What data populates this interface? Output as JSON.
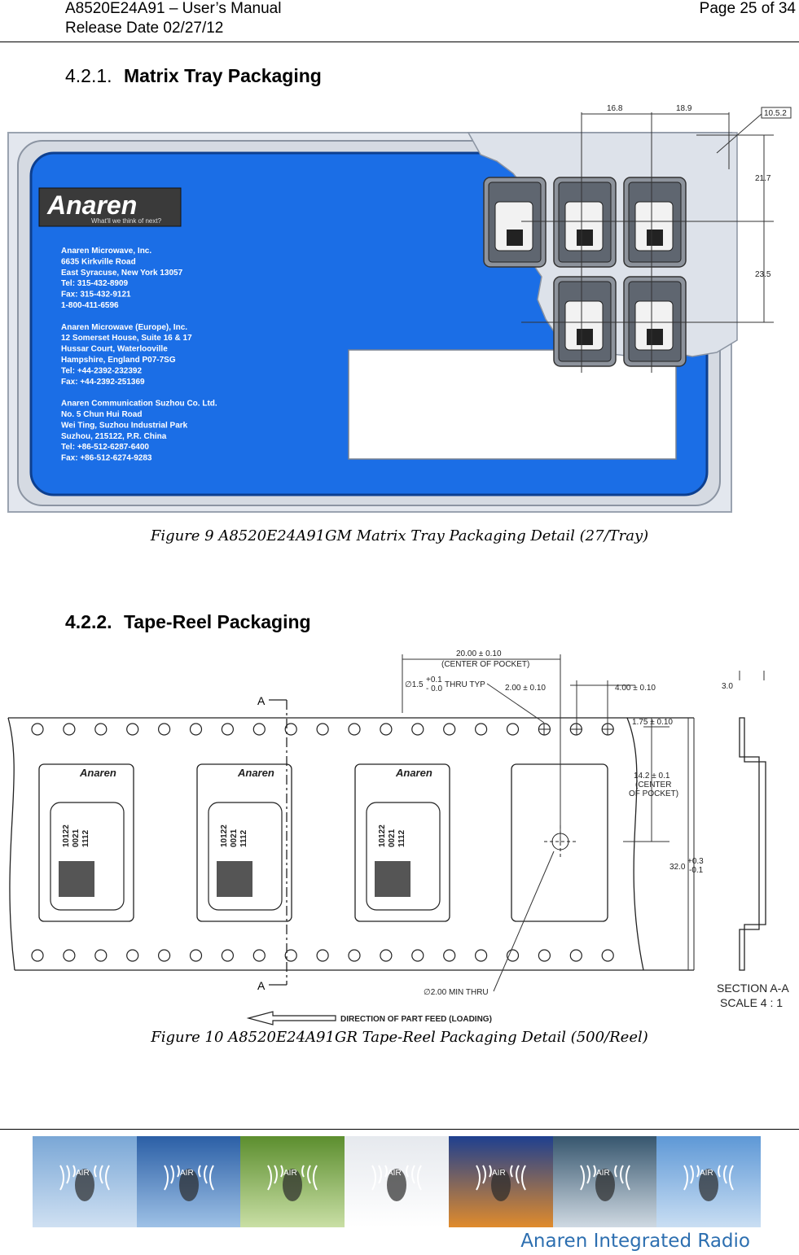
{
  "header": {
    "doc_title": "A8520E24A91 – User’s Manual",
    "release": "Release Date 02/27/12",
    "page": "Page 25 of 34"
  },
  "section1": {
    "number": "4.2.1.",
    "title": "Matrix Tray Packaging"
  },
  "figure9": {
    "caption": "Figure 9 A8520E24A91GM Matrix Tray Packaging Detail (27/Tray)",
    "logo": "Anaren",
    "tagline": "What'll we think of next?",
    "address_lines": [
      "Anaren Microwave, Inc.",
      "6635 Kirkville Road",
      "East Syracuse, New York 13057",
      "Tel: 315-432-8909",
      "Fax: 315-432-9121",
      "1-800-411-6596",
      "",
      "Anaren Microwave (Europe), Inc.",
      "12 Somerset House, Suite 16 & 17",
      "Hussar Court, Waterlooville",
      "Hampshire, England P07-7SG",
      "Tel: +44-2392-232392",
      "Fax: +44-2392-251369",
      "",
      "Anaren Communication Suzhou Co. Ltd.",
      "No. 5 Chun Hui Road",
      "Wei Ting, Suzhou Industrial Park",
      "Suzhou, 215122, P.R. China",
      "Tel: +86-512-6287-6400",
      "Fax: +86-512-6274-9283"
    ],
    "dims": {
      "top_a": "16.8",
      "top_b": "18.9",
      "corner": "10.5.2",
      "right_a": "21.7",
      "right_b": "23.5"
    }
  },
  "section2": {
    "number": "4.2.2.",
    "title": "Tape-Reel Packaging"
  },
  "figure10": {
    "caption": "Figure 10 A8520E24A91GR Tape-Reel Packaging Detail (500/Reel)",
    "dims": {
      "pitch": "20.00 ± 0.10",
      "pitch_note": "(CENTER OF POCKET)",
      "hole": "∅1.5",
      "hole_tol_plus": "+0.1",
      "hole_tol_minus": "- 0.0",
      "thru": "THRU TYP",
      "hole_offset": "2.00 ± 0.10",
      "hole_pitch": "4.00 ± 0.10",
      "edge": "1.75 ± 0.10",
      "pocket_center": "14.2 ± 0.1",
      "pocket_center_note1": "(CENTER",
      "pocket_center_note2": "OF POCKET)",
      "width": "32.0",
      "width_tol_plus": "+0.3",
      "width_tol_minus": "-0.1",
      "thickness": "3.0",
      "min_thru": "∅2.00 MIN THRU",
      "section_a": "A",
      "section_label": "SECTION A-A",
      "scale": "SCALE 4 : 1",
      "direction": "DIRECTION OF PART FEED (LOADING)"
    },
    "module_code": [
      "10122",
      "0021",
      "1112"
    ],
    "module_logo": "Anaren"
  },
  "footer": {
    "badge": "AIR",
    "brand": "Anaren Integrated Radio"
  }
}
